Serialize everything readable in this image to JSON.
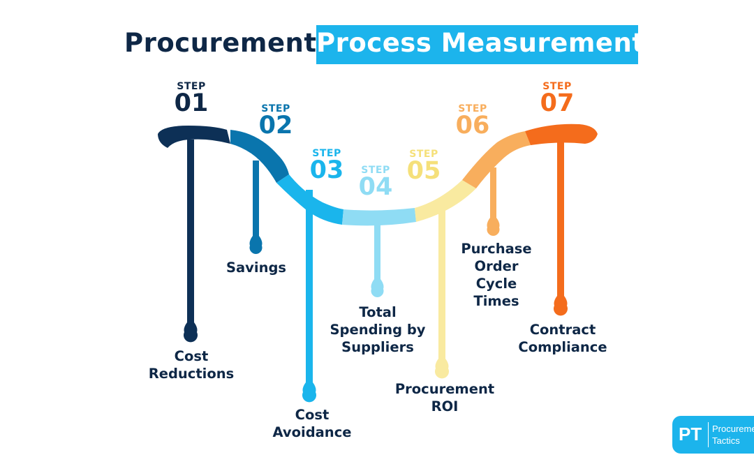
{
  "title": {
    "part1": "Procurement",
    "part2": "Process Measurement"
  },
  "colors": {
    "navy": "#0e2746",
    "step1": "#0d3056",
    "step2": "#0a75ad",
    "step3": "#1ab5ec",
    "step4": "#8fdcf4",
    "step5": "#f9eaa0",
    "step6": "#f8ae5d",
    "step7": "#f46c1c"
  },
  "steps": [
    {
      "label": "STEP",
      "number": "01",
      "text": [
        "Cost",
        "Reductions"
      ]
    },
    {
      "label": "STEP",
      "number": "02",
      "text": [
        "Savings"
      ]
    },
    {
      "label": "STEP",
      "number": "03",
      "text": [
        "Cost",
        "Avoidance"
      ]
    },
    {
      "label": "STEP",
      "number": "04",
      "text": [
        "Total",
        "Spending by",
        "Suppliers"
      ]
    },
    {
      "label": "STEP",
      "number": "05",
      "text": [
        "Procurement",
        "ROI"
      ]
    },
    {
      "label": "STEP",
      "number": "06",
      "text": [
        "Purchase",
        "Order",
        "Cycle",
        "Times"
      ]
    },
    {
      "label": "STEP",
      "number": "07",
      "text": [
        "Contract",
        "Compliance"
      ]
    }
  ],
  "logo": {
    "initials": "PT",
    "line1": "Procurement",
    "line2": "Tactics"
  }
}
